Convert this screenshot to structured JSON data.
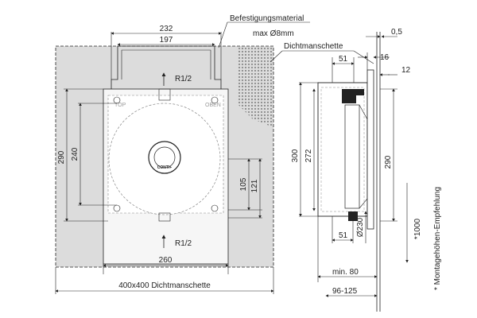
{
  "front_view": {
    "dim_top_outer": "232",
    "dim_top_inner": "197",
    "dim_left_outer": "290",
    "dim_left_inner": "240",
    "dim_right_inner": "105",
    "dim_right_outer": "121",
    "dim_bottom": "260",
    "dim_sleeve": "400x400  Dichtmanschette",
    "label_top": "TOP",
    "label_oben": "OBEN",
    "thread_top": "R1/2",
    "thread_bottom": "R1/2",
    "brand": "CONTI+"
  },
  "callouts": {
    "fastening_line1": "Befestigungsmaterial",
    "fastening_line2": "max Ø8mm",
    "sleeve": "Dichtmanschette"
  },
  "side_view": {
    "dim_top_right": "0,5",
    "dim_16": "16",
    "dim_12": "12",
    "dim_51_top": "51",
    "dim_300": "300",
    "dim_272": "272",
    "dim_290": "290",
    "dim_51_bottom": "51",
    "dim_dia230": "Ø230",
    "dim_min80": "min. 80",
    "dim_range": "96-125",
    "dim_1000": "*1000"
  },
  "footnote": "* Montagehöhen-Empfehlung"
}
